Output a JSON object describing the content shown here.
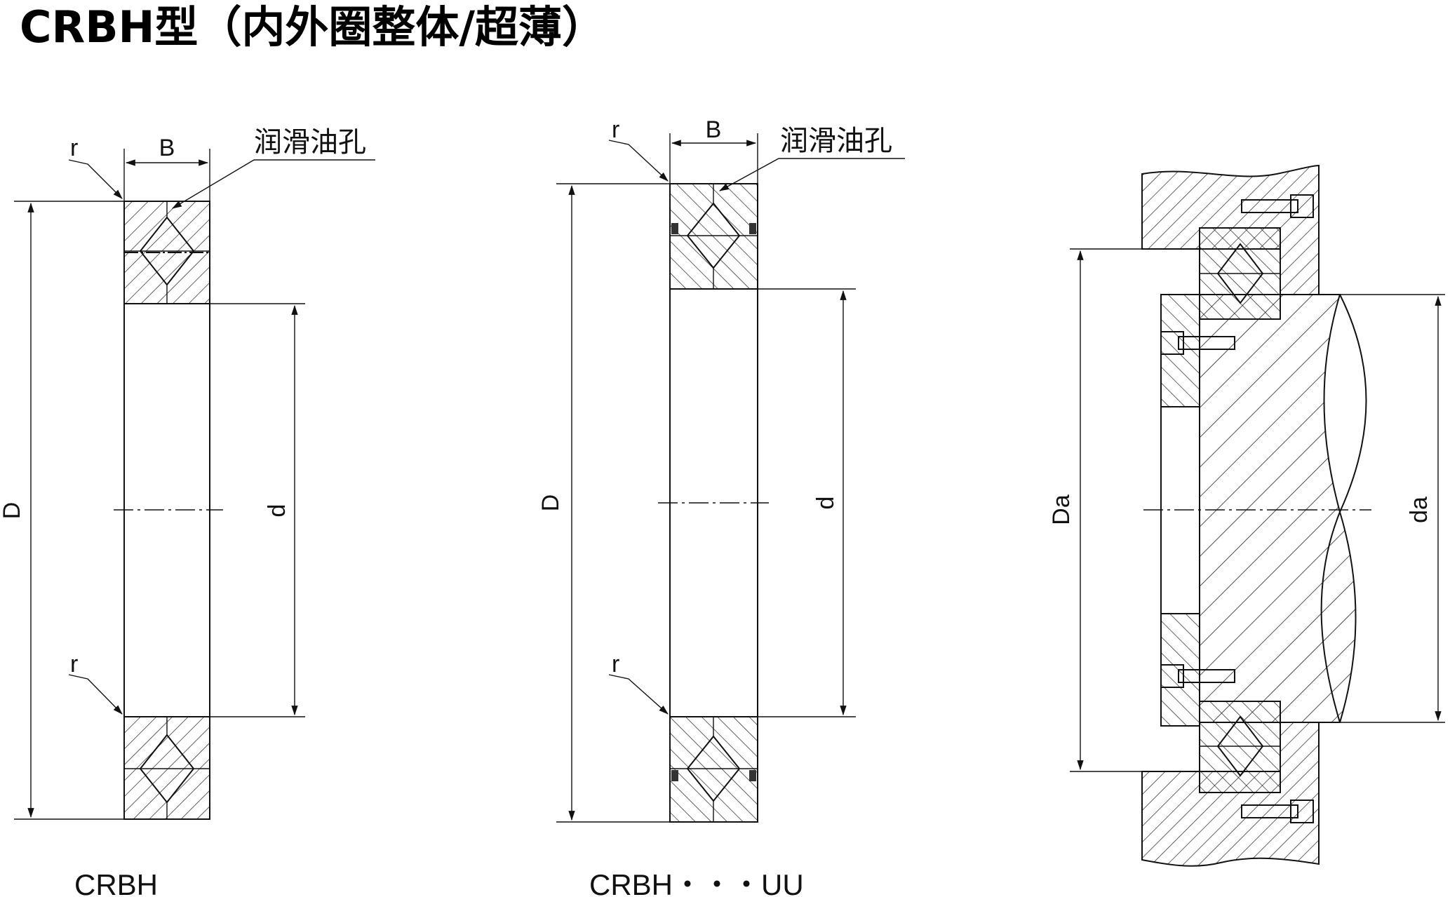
{
  "title": "CRBH型（内外圈整体/超薄）",
  "views": [
    {
      "caption": "CRBH",
      "labels": {
        "outer_diameter": "D",
        "inner_diameter": "d",
        "width": "B",
        "radius_top": "r",
        "radius_bottom": "r",
        "oil_hole": "润滑油孔"
      }
    },
    {
      "caption": "CRBH・・・UU",
      "labels": {
        "outer_diameter": "D",
        "inner_diameter": "d",
        "width": "B",
        "radius_top": "r",
        "radius_bottom": "r",
        "oil_hole": "润滑油孔"
      }
    },
    {
      "caption": "",
      "labels": {
        "housing_diameter": "Da",
        "shaft_diameter": "da"
      }
    }
  ]
}
